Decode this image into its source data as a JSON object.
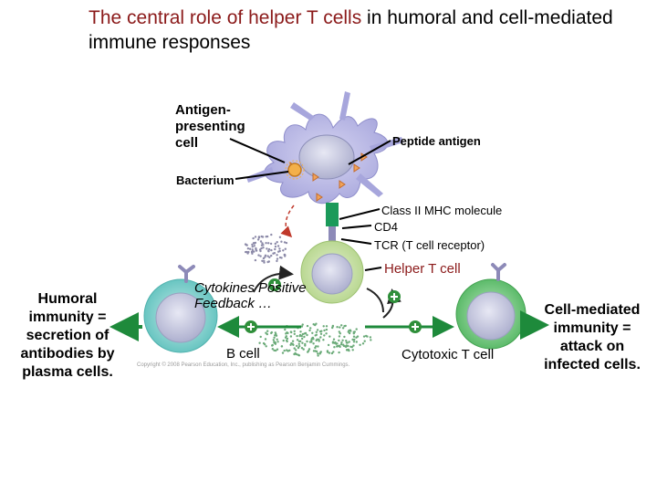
{
  "title": {
    "highlight": "The central role of helper T cells",
    "rest": " in humoral and cell-mediated immune responses"
  },
  "labels": {
    "apc": "Antigen-presenting cell",
    "peptide": "Peptide antigen",
    "bacterium": "Bacterium",
    "mhc": "Class II MHC molecule",
    "cd4": "CD4",
    "tcr": "TCR (T cell receptor)",
    "helper": "Helper T cell",
    "cytokines": "Cytokines Positive Feedback …",
    "bcell": "B cell",
    "cytotoxic": "Cytotoxic T cell",
    "humoral": "Humoral immunity = secretion of antibodies by plasma cells.",
    "cellmediated": "Cell-mediated immunity = attack on infected cells.",
    "copyright": "Copyright © 2008 Pearson Education, Inc., publishing as Pearson Benjamin Cummings."
  },
  "colors": {
    "title_highlight": "#8b1a1a",
    "apc_cell": "#a7a6dc",
    "apc_nucleus": "#8584c4",
    "helper_cell": "#c9e0a6",
    "bcell": "#7fcfcc",
    "cytotoxic_cell": "#6fc27a",
    "nucleus": "#bdbfd8",
    "plus_sign": "#2f8f3a",
    "arrow_green": "#1e8a3b",
    "mhc": "#1b9a5a",
    "tcr": "#8d8ab8"
  }
}
